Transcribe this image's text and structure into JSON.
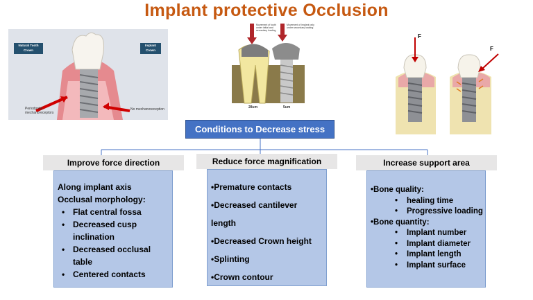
{
  "title": "Implant protective Occlusion",
  "images": {
    "left": {
      "natural_tag": "Natural Tooth Crown",
      "implant_tag": "Implant Crown",
      "perio_label": "Periodontal mechanoreceptors",
      "nomech_label": "No mechanoreception"
    },
    "middle": {
      "tooth_label": "Movement of tooth under initial and secondary loading",
      "implant_label": "Movement of implant only under secondary loading",
      "tooth_value": "28um",
      "implant_value": "5um"
    },
    "right": {
      "force_vertical": "F",
      "force_angled": "F"
    }
  },
  "root_node": "Conditions to Decrease stress",
  "branches": [
    {
      "header": "Improve force direction",
      "intro": [
        "Along implant axis",
        "Occlusal morphology:"
      ],
      "items": [
        "Flat central fossa",
        "Decreased cusp inclination",
        "Decreased occlusal table",
        "Centered contacts"
      ]
    },
    {
      "header": "Reduce force magnification",
      "items": [
        "•Premature contacts",
        "•Decreased cantilever",
        "length",
        "•Decreased Crown height",
        "•Splinting",
        "•Crown contour"
      ]
    },
    {
      "header": "Increase support area",
      "groups": [
        {
          "label": "•Bone quality:",
          "items": [
            "healing time",
            "Progressive loading"
          ]
        },
        {
          "label": "•Bone quantity:",
          "items": [
            "Implant number",
            "Implant diameter",
            "Implant length",
            "Implant surface"
          ]
        }
      ]
    }
  ],
  "colors": {
    "title": "#c65911",
    "root_fill": "#4472c4",
    "header_fill": "#e7e6e6",
    "box_fill": "#b4c7e7",
    "connector": "#4472c4",
    "force_arrow": "#c00000"
  }
}
